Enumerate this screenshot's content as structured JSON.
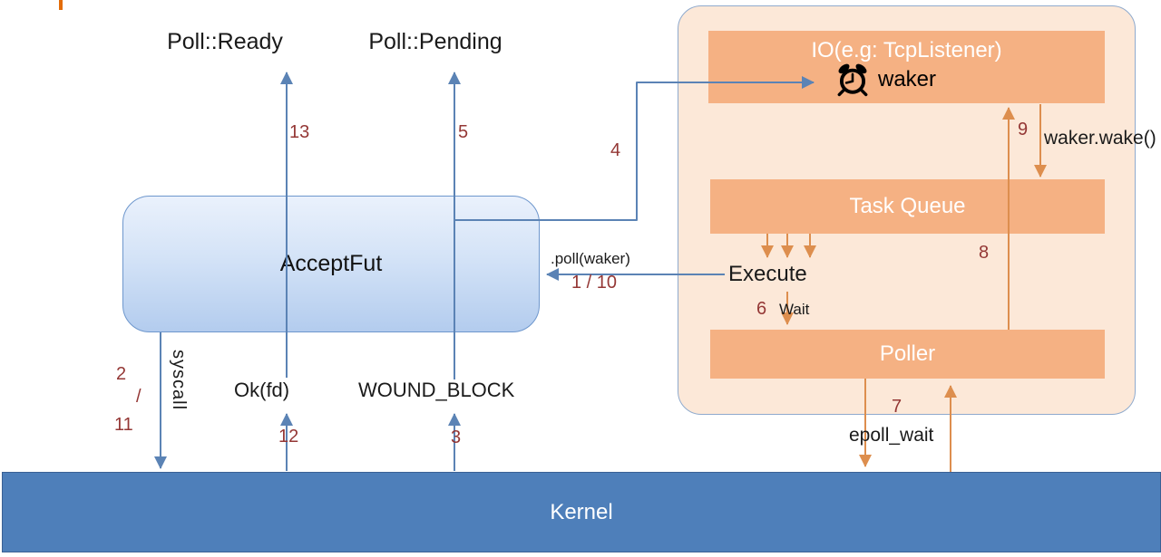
{
  "diagram": {
    "future_box": {
      "title": "AcceptFut"
    },
    "poll_results": {
      "ready": "Poll::Ready",
      "pending": "Poll::Pending"
    },
    "kernel_bar": {
      "title": "Kernel"
    },
    "runtime_panel": {
      "io_box_title": "IO(e.g: TcpListener)",
      "waker_label": "waker",
      "task_queue_title": "Task Queue",
      "poller_title": "Poller",
      "execute_label": "Execute",
      "wait_label": "Wait"
    },
    "edge_labels": {
      "poll_call": ".poll(waker)",
      "syscall": "syscall",
      "ok_fd": "Ok(fd)",
      "would_block": "WOUND_BLOCK",
      "waker_wake": "waker.wake()",
      "epoll_wait": "epoll_wait"
    },
    "step_numbers": {
      "step_1_10": "1 / 10",
      "step_2": "2",
      "step_2_11_separator": "/",
      "step_3": "3",
      "step_4": "4",
      "step_5": "5",
      "step_6": "6",
      "step_7": "7",
      "step_8": "8",
      "step_9": "9",
      "step_11": "11",
      "step_12": "12",
      "step_13": "13"
    },
    "colors": {
      "box_orange": "#f5b183",
      "panel_peach": "#fce8d8",
      "kernel_blue": "#4e7fba",
      "arrow_blue": "#5b83b5",
      "arrow_orange": "#dd8e4e",
      "step_number_red": "#943735",
      "future_fill_top": "#eaf1fc",
      "future_fill_bottom": "#b3ccee",
      "tick_orange": "#e36c0a"
    }
  }
}
